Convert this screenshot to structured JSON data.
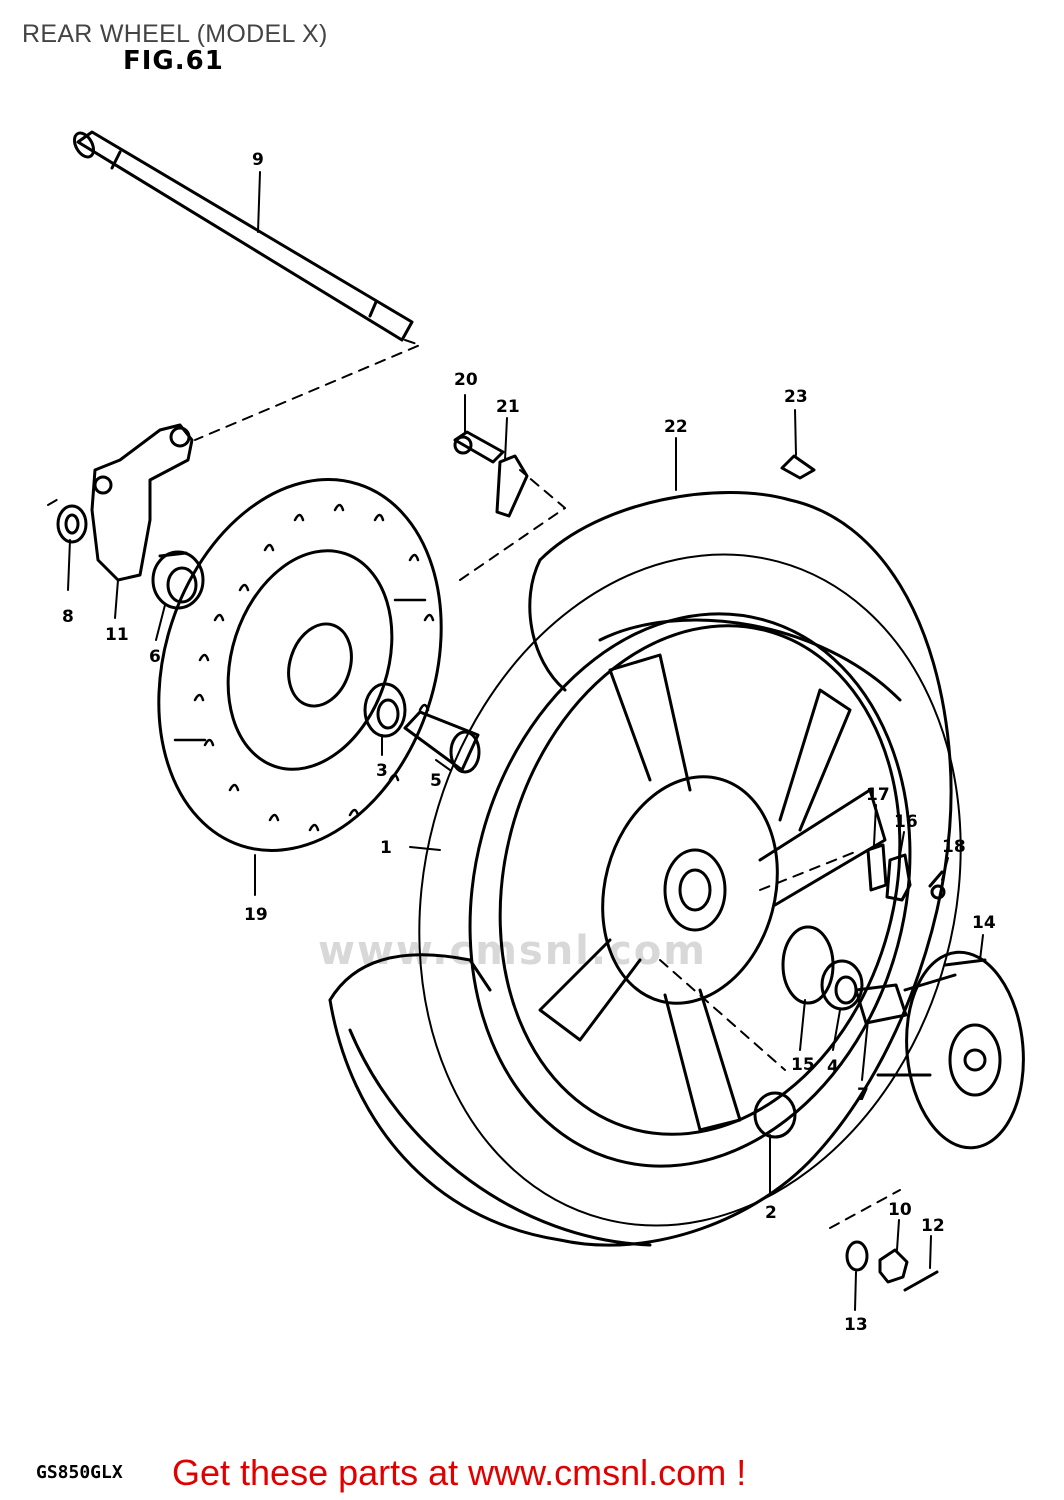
{
  "header": {
    "title": "REAR WHEEL (MODEL X)",
    "figure": "FIG.61"
  },
  "footer": {
    "model_code": "GS850GLX",
    "promo": "Get these parts at www.cmsnl.com !"
  },
  "watermark": "www.cmsnl.com",
  "parts": {
    "p1": "1",
    "p2": "2",
    "p3": "3",
    "p4": "4",
    "p5": "5",
    "p6": "6",
    "p7": "7",
    "p8": "8",
    "p9": "9",
    "p10": "10",
    "p11": "11",
    "p12": "12",
    "p13": "13",
    "p14": "14",
    "p15": "15",
    "p16": "16",
    "p17": "17",
    "p18": "18",
    "p19": "19",
    "p20": "20",
    "p21": "21",
    "p22": "22",
    "p23": "23"
  },
  "colors": {
    "promo": "#e00000",
    "line": "#000000"
  }
}
